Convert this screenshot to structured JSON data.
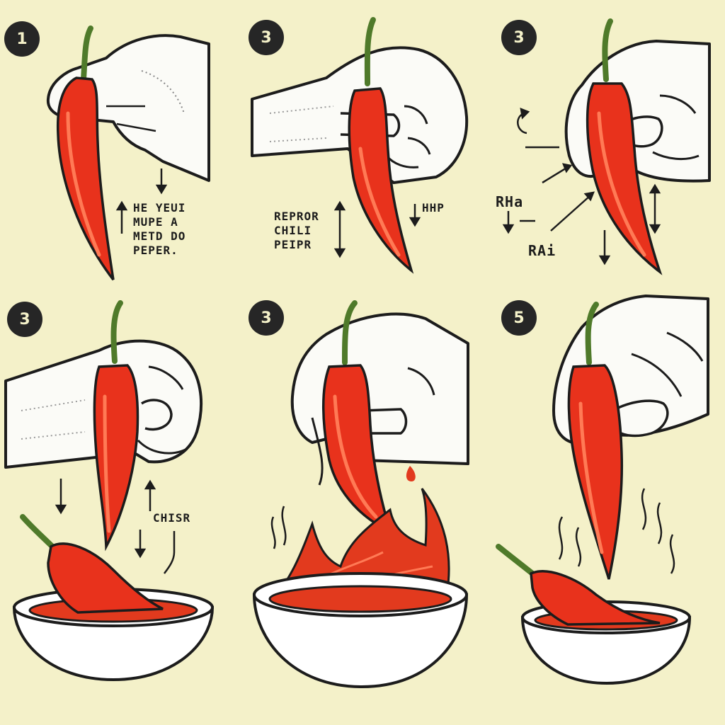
{
  "steps": [
    {
      "number": "1",
      "caption_lines": [
        "HE YEUI",
        "MUPE A",
        "METD DO",
        "PEPER."
      ]
    },
    {
      "number": "3",
      "caption_left_lines": [
        "REPROR",
        "CHILI",
        "PEIPR"
      ],
      "caption_right": "HHP"
    },
    {
      "number": "3",
      "caption_top": "RHa",
      "caption_bottom": "RAi"
    },
    {
      "number": "3",
      "caption": "CHISR"
    },
    {
      "number": "3"
    },
    {
      "number": "5"
    }
  ],
  "colors": {
    "background": "#f4f1c9",
    "pepper_red": "#e8321c",
    "pepper_highlight": "#ff7a55",
    "stem_green": "#4f7a2a",
    "ink": "#1c1c1c",
    "hand_fill": "#fbfbf7",
    "bowl_fill": "#ffffff",
    "sauce_red": "#e23a1e"
  },
  "icons": [
    "hand-icon",
    "chili-pepper-icon",
    "bowl-icon",
    "arrow-icon",
    "flame-icon",
    "steam-icon"
  ]
}
